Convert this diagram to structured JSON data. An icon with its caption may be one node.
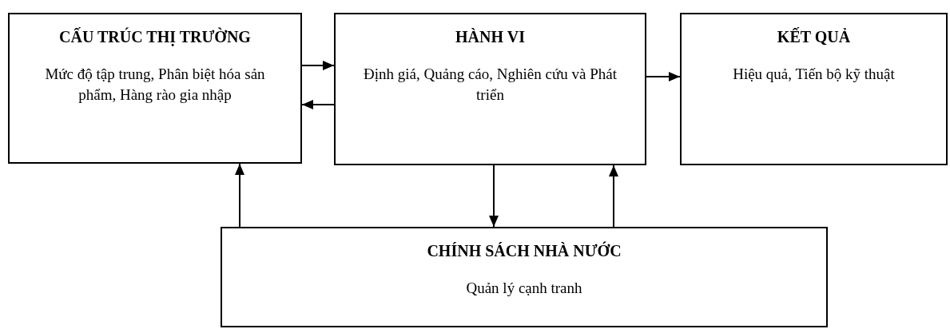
{
  "diagram": {
    "nodes": [
      {
        "text": [
          "CẤU TRÚC THỊ TRƯỜNG",
          "Mức độ tập trung, Phân biệt hóa sản phẩm, Hàng rào gia nhập"
        ]
      },
      {
        "text": [
          "HÀNH VI",
          "Định giá, Quảng cáo, Nghiên cứu và Phát triển"
        ]
      },
      {
        "text": [
          "KẾT QUẢ",
          "Hiệu quả, Tiến bộ kỹ thuật"
        ]
      },
      {
        "text": [
          "CHÍNH SÁCH NHÀ NƯỚC",
          "Quản lý cạnh tranh"
        ]
      }
    ],
    "edges": [
      {
        "from": 0,
        "to": 1,
        "arrow": "to"
      },
      {
        "from": 1,
        "to": 0,
        "arrow": "to"
      },
      {
        "from": 1,
        "to": 2,
        "arrow": "to"
      },
      {
        "from": 3,
        "to": 0,
        "arrow": "to"
      },
      {
        "from": 1,
        "to": 3,
        "arrow": "to"
      },
      {
        "from": 3,
        "to": 1,
        "arrow": "to"
      }
    ]
  }
}
